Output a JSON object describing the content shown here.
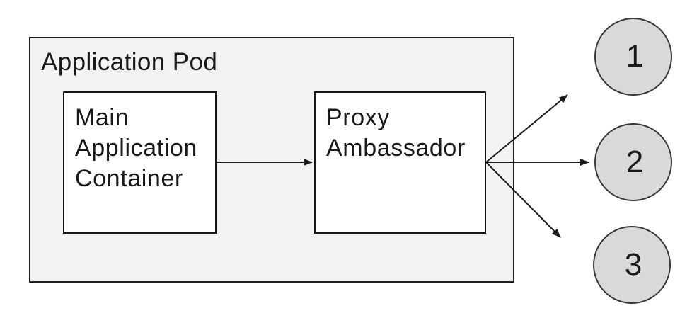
{
  "diagram": {
    "title": "Application Pod ambassador pattern diagram",
    "pod": {
      "label": "Application Pod",
      "nodes": [
        {
          "id": "main-application-container",
          "label": "Main\nApplication\nContainer"
        },
        {
          "id": "proxy-ambassador",
          "label": "Proxy\nAmbassador"
        }
      ]
    },
    "endpoints": [
      {
        "id": "endpoint-1",
        "label": "1"
      },
      {
        "id": "endpoint-2",
        "label": "2"
      },
      {
        "id": "endpoint-3",
        "label": "3"
      }
    ],
    "connections": [
      {
        "from": "main-application-container",
        "to": "proxy-ambassador"
      },
      {
        "from": "proxy-ambassador",
        "to": "endpoint-1"
      },
      {
        "from": "proxy-ambassador",
        "to": "endpoint-2"
      },
      {
        "from": "proxy-ambassador",
        "to": "endpoint-3"
      }
    ],
    "colors": {
      "pod_fill": "#f2f2f2",
      "node_fill": "#ffffff",
      "endpoint_fill": "#d9d9d9",
      "stroke": "#1a1a1a"
    }
  }
}
